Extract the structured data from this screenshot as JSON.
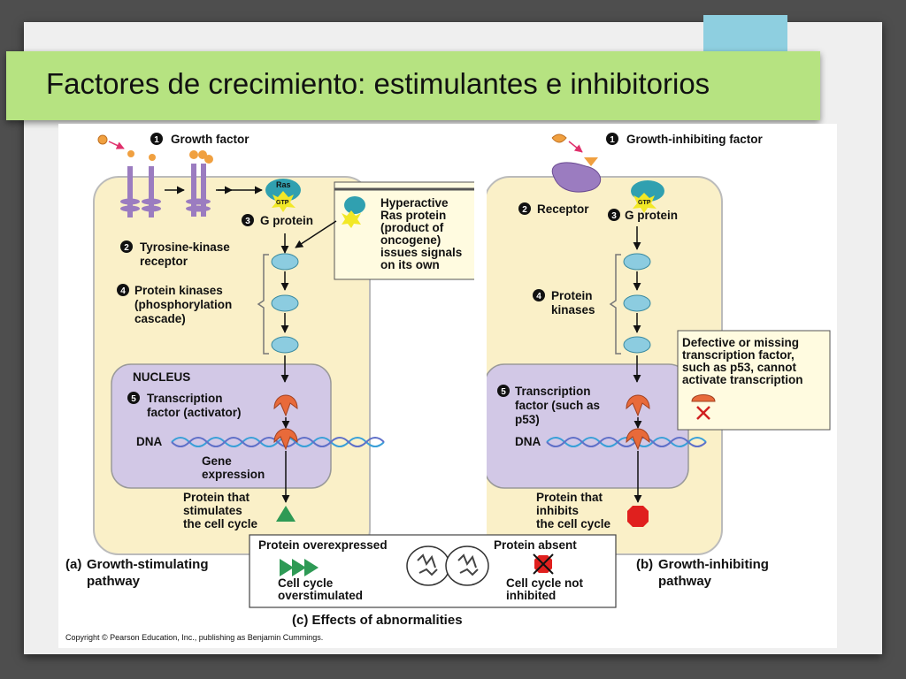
{
  "slide": {
    "title": "Factores de crecimiento: estimulantes e inhibitorios"
  },
  "figure": {
    "left_pathway": {
      "step1": {
        "number": "1",
        "label": "Growth factor"
      },
      "step2": {
        "number": "2",
        "line1": "Tyrosine-kinase",
        "line2": "receptor"
      },
      "step3": {
        "number": "3",
        "label": "G protein"
      },
      "step4": {
        "number": "4",
        "line1": "Protein kinases",
        "line2": "(phosphorylation",
        "line3": "cascade)"
      },
      "nucleus": "NUCLEUS",
      "step5": {
        "number": "5",
        "line1": "Transcription",
        "line2": "factor (activator)"
      },
      "dna": "DNA",
      "gene_expression": {
        "line1": "Gene",
        "line2": "expression"
      },
      "protein": {
        "line1": "Protein that",
        "line2": "stimulates",
        "line3": "the cell cycle"
      },
      "ras_label": "Ras",
      "gtp_label": "GTP",
      "hyperactive_box": {
        "line1": "Hyperactive",
        "line2": "Ras protein",
        "line3": "(product of",
        "line4": "oncogene)",
        "line5": "issues signals",
        "line6": "on its own"
      },
      "caption": {
        "letter": "(a)",
        "line1": "Growth-stimulating",
        "line2": "pathway"
      }
    },
    "right_pathway": {
      "step1": {
        "number": "1",
        "label": "Growth-inhibiting factor"
      },
      "step2": {
        "number": "2",
        "label": "Receptor"
      },
      "step3": {
        "number": "3",
        "label": "G protein"
      },
      "step4": {
        "number": "4",
        "line1": "Protein",
        "line2": "kinases"
      },
      "step5": {
        "number": "5",
        "line1": "Transcription",
        "line2": "factor (such as",
        "line3": "p53)"
      },
      "dna": "DNA",
      "gtp_label": "GTP",
      "protein": {
        "line1": "Protein that",
        "line2": "inhibits",
        "line3": "the cell cycle"
      },
      "defective_box": {
        "line1": "Defective or missing",
        "line2": "transcription factor,",
        "line3": "such as p53, cannot",
        "line4": "activate transcription"
      },
      "caption": {
        "letter": "(b)",
        "line1": "Growth-inhibiting",
        "line2": "pathway"
      }
    },
    "effects": {
      "overexpressed_title": "Protein overexpressed",
      "overexpressed_desc": {
        "line1": "Cell cycle",
        "line2": "overstimulated"
      },
      "absent_title": "Protein absent",
      "absent_desc": {
        "line1": "Cell cycle not",
        "line2": "inhibited"
      },
      "caption": "(c) Effects of abnormalities"
    },
    "copyright": "Copyright © Pearson Education, Inc., publishing as Benjamin Cummings."
  },
  "colors": {
    "title_bar": "#b6e381",
    "accent_tab": "#8ecfe0",
    "cell_fill": "#faf0c8",
    "nucleus_fill": "#d2c8e6",
    "kinase": "#8ccce0",
    "receptor": "#9b7cc0",
    "transcription_factor": "#e86a3a",
    "stimulate_triangle": "#2e9a55",
    "inhibit_octagon": "#e0201e"
  }
}
